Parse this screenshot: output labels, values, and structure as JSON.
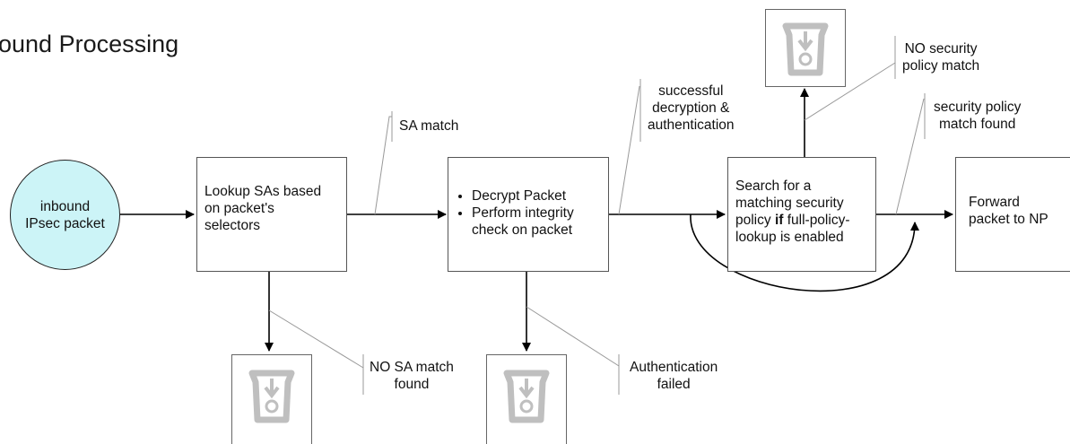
{
  "title": "ound Processing",
  "start_node": {
    "line1": "inbound",
    "line2": "IPsec packet"
  },
  "lookup_box": {
    "lines": [
      "Lookup SAs based",
      "on packet's",
      "selectors"
    ]
  },
  "decrypt_box": {
    "bullets": [
      "Decrypt Packet",
      "Perform integrity check on packet"
    ]
  },
  "search_box": {
    "line1": "Search for a",
    "line2": "matching security",
    "line3_pre": "policy ",
    "line3_bold": "if",
    "line3_post": " full-policy-",
    "line4": "lookup is enabled"
  },
  "forward_box": {
    "lines": [
      "Forward",
      "packet to NP"
    ]
  },
  "notes": {
    "sa_match": "SA match",
    "success": [
      "successful",
      "decryption &",
      "authentication"
    ],
    "no_policy": [
      "NO security",
      "policy match"
    ],
    "policy_found": [
      "security policy",
      "match found"
    ],
    "no_sa": [
      "NO SA match",
      "found"
    ],
    "auth_failed": [
      "Authentication",
      "failed"
    ]
  },
  "icons": {
    "discard_bin": "trash-bin-icon",
    "arrow": "arrow-head"
  },
  "colors": {
    "start_node_fill": "#ccf4f7",
    "bin_icon": "#bfbfbf",
    "line": "#000000",
    "callout_line": "#999999"
  }
}
